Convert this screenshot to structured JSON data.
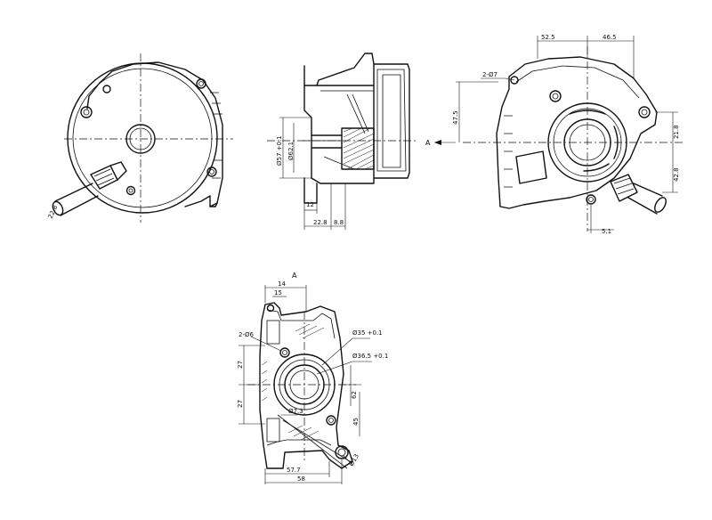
{
  "side_view": {
    "dim_o57": "Ø57 +0.1",
    "dim_o62": "Ø62.1",
    "dim_12": "12",
    "dim_22_8": "22.8",
    "dim_8_8": "8.8"
  },
  "arrow_label_right": "A",
  "right_view": {
    "dim_52_5": "52.5",
    "dim_46_5": "46.5",
    "dim_2_o7": "2-Ø7",
    "dim_47_5": "47.5",
    "dim_21_8": "21.8",
    "dim_42_8": "42.8",
    "dim_5_1": "5.1"
  },
  "section_view": {
    "label_a": "A",
    "dim_14": "14",
    "dim_15": "15",
    "dim_2_o6": "2-Ø6",
    "dim_o35": "Ø35 +0.1",
    "dim_o36": "Ø36.5 +0.1",
    "dim_27_top": "27",
    "dim_27_bottom": "27",
    "dim_62": "62",
    "dim_45": "45",
    "dim_o7_3": "Ø7.3",
    "dim_o13": "Ø13",
    "dim_57_7": "57.7",
    "dim_58": "58"
  }
}
